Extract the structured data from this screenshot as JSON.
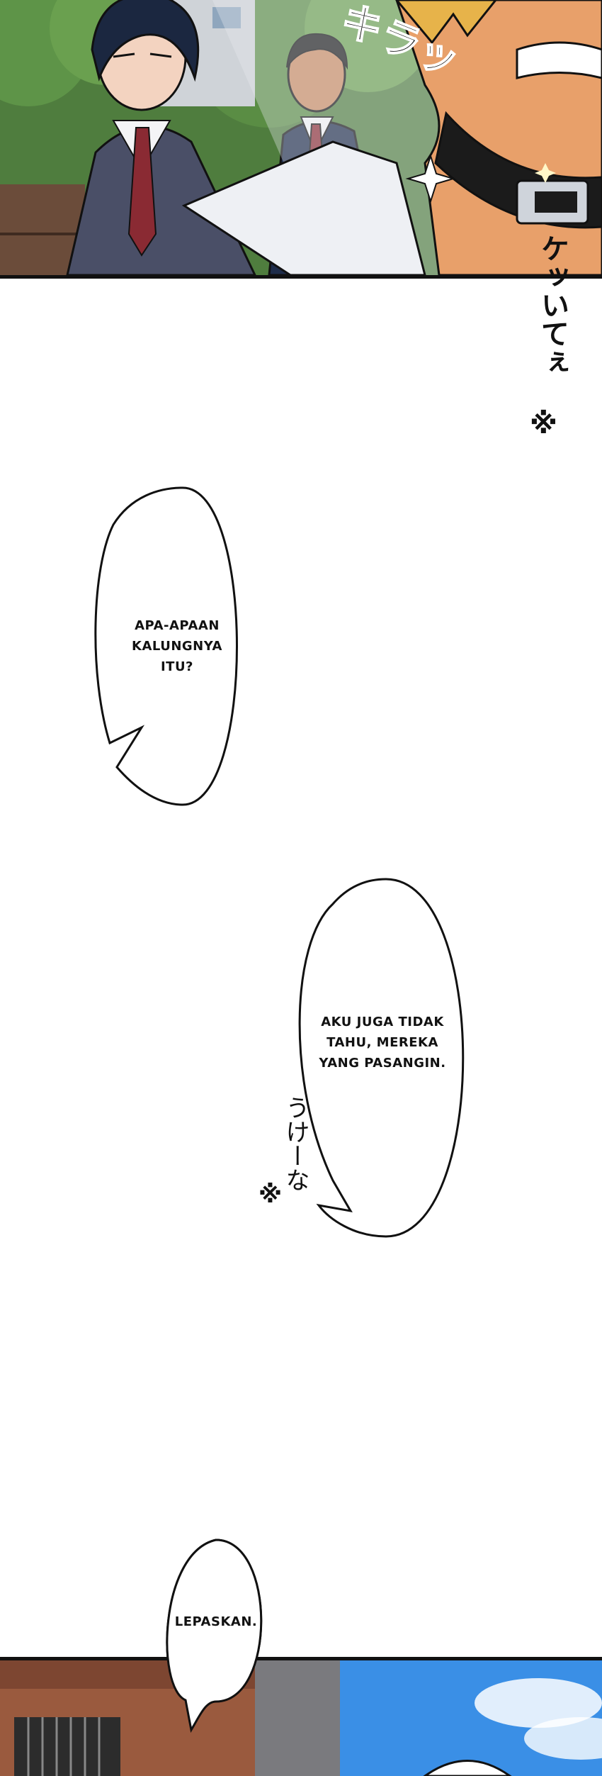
{
  "sfx": {
    "top_panel_kana": "キラッ",
    "side_vertical": "ケッいてぇ",
    "anger_mark_1": "※",
    "grumble_vertical": "うけーな",
    "anger_mark_2": "※"
  },
  "bubbles": {
    "bubble1": [
      "APA-APAAN",
      "KALUNGNYA",
      "ITU?"
    ],
    "bubble2": [
      "AKU JUGA TIDAK",
      "TAHU, MEREKA",
      "YANG PASANGIN."
    ],
    "bubble3": [
      "LEPASKAN."
    ]
  },
  "colors": {
    "sky": "#3a8fe6",
    "foliage": "#4f7d3e",
    "skin": "#e8a06a",
    "hair_blond": "#e7b34a",
    "hair_dark": "#1b2740",
    "suit": "#4a4f67",
    "tie": "#8a2a33",
    "brick": "#9a5a3e"
  },
  "icons": {
    "collar": "collar-icon",
    "sparkle": "sparkle-icon",
    "anger": "anger-mark-icon"
  }
}
